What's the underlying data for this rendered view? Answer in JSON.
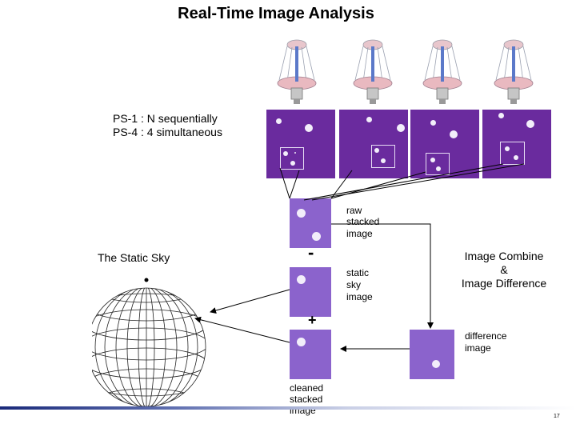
{
  "title": "Real-Time Image Analysis",
  "ps_lines": [
    "PS-1 : N sequentially",
    "PS-4 : 4 simultaneous"
  ],
  "raw_label": [
    "raw",
    "stacked",
    "image"
  ],
  "static_sky_title": "The Static Sky",
  "minus_sign": "-",
  "static_label": [
    "static",
    "sky",
    "image"
  ],
  "plus_sign": "+",
  "combine_label": [
    "Image Combine",
    "&",
    "Image Difference"
  ],
  "difference_label": [
    "difference",
    "image"
  ],
  "cleaned_label": [
    "cleaned",
    "stacked",
    "image"
  ],
  "page_number": "17",
  "colors": {
    "panel": "#6a2b9e",
    "panel_light": "#8b63cc",
    "star": "#f2eefa"
  }
}
